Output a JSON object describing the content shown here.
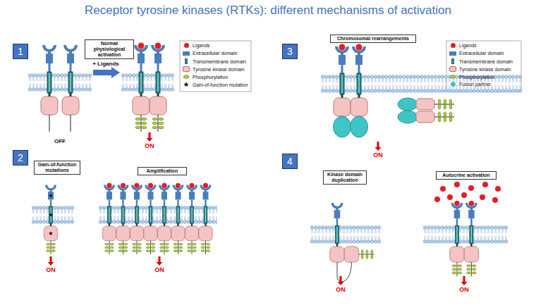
{
  "diagram": {
    "title": "Receptor tyrosine kinases (RTKs): different mechanisms of activation",
    "nodes": [
      {
        "text": [
          "1"
        ]
      },
      {
        "text": [
          "Normal physiological activation"
        ]
      },
      {
        "text": [
          "3"
        ]
      },
      {
        "text": [
          "Chromosomal rearrangements"
        ]
      },
      {
        "text": [
          "2"
        ]
      },
      {
        "text": [
          "Gain-of-function mutations"
        ]
      },
      {
        "text": [
          "Amplification"
        ]
      },
      {
        "text": [
          "4"
        ]
      },
      {
        "text": [
          "Kinase domain duplication"
        ]
      },
      {
        "text": [
          "Autocrine activation"
        ]
      }
    ],
    "labels": [
      "+ Ligands",
      "OFF",
      "ON",
      "ON",
      "ON",
      "ON",
      "ON",
      "ON"
    ],
    "legend": [
      {
        "text": "Ligands",
        "color": "#e41e26"
      },
      {
        "text": "Extracellular domain",
        "color": "#4a7ebb"
      },
      {
        "text": "Transmembrane domain"
      },
      {
        "text": "Tyrosine kinase domain",
        "color": "#f4c4c4"
      },
      {
        "text": "Phosphorylation"
      },
      {
        "text": "Gain-of-function mutation"
      },
      {
        "text": "Ligands",
        "color": "#e41e26"
      },
      {
        "text": "Extracellular domain",
        "color": "#4a7ebb"
      },
      {
        "text": "Transmembrane domain"
      },
      {
        "text": "Tyrosine kinase domain",
        "color": "#f4c4c4"
      },
      {
        "text": "Phosphorylation"
      },
      {
        "text": "Fusion partner",
        "color": "#3ec5c8"
      }
    ]
  }
}
